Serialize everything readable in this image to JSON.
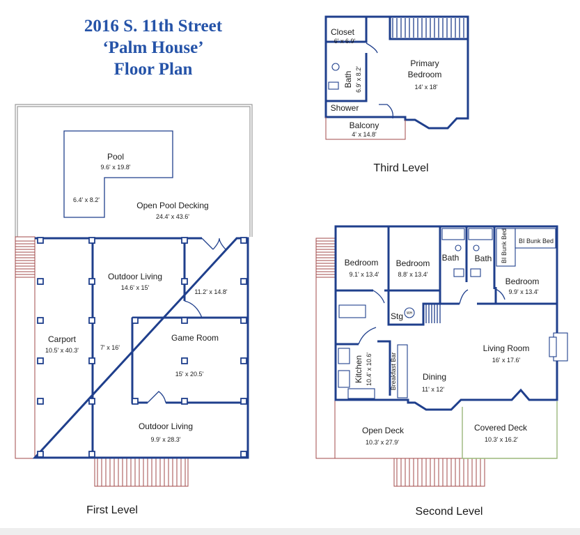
{
  "title": {
    "line1": "2016 S. 11th Street",
    "line2": "‘Palm House’",
    "line3": "Floor Plan"
  },
  "levels": {
    "first": {
      "label": "First Level",
      "rooms": {
        "pool": {
          "name": "Pool",
          "dim": "9.6' x 19.8'",
          "dim2": "6.4' x 8.2'"
        },
        "pool_decking": {
          "name": "Open Pool Decking",
          "dim": "24.4' x 43.6'"
        },
        "carport": {
          "name": "Carport",
          "dim": "10.5' x 40.3'"
        },
        "outdoor_living_top": {
          "name": "Outdoor Living",
          "dim": "14.6' x 15'"
        },
        "corridor": {
          "dim": "7' x 16'"
        },
        "side_room": {
          "dim": "11.2' x 14.8'"
        },
        "game_room": {
          "name": "Game Room",
          "dim": "15' x 20.5'"
        },
        "outdoor_living_bottom": {
          "name": "Outdoor Living",
          "dim": "9.9' x 28.3'"
        }
      }
    },
    "second": {
      "label": "Second Level",
      "rooms": {
        "bedroom1": {
          "name": "Bedroom",
          "dim": "9.1' x 13.4'"
        },
        "bedroom2": {
          "name": "Bedroom",
          "dim": "8.8' x 13.4'"
        },
        "bath1": {
          "name": "Bath"
        },
        "bath2": {
          "name": "Bath"
        },
        "bunk_bed1": {
          "name": "BI Bunk Bed"
        },
        "bunk_bed2": {
          "name": "BI Bunk Bed"
        },
        "bedroom3": {
          "name": "Bedroom",
          "dim": "9.9' x 13.4'"
        },
        "storage": {
          "name": "Stg",
          "wh": "WH"
        },
        "living_room": {
          "name": "Living Room",
          "dim": "16' x 17.6'"
        },
        "kitchen": {
          "name": "Kitchen",
          "dim": "10.4' x 10.6'"
        },
        "breakfast_bar": {
          "name": "Breakfast Bar"
        },
        "dining": {
          "name": "Dining",
          "dim": "11' x 12'"
        },
        "open_deck": {
          "name": "Open Deck",
          "dim": "10.3' x 27.9'"
        },
        "covered_deck": {
          "name": "Covered Deck",
          "dim": "10.3' x 16.2'"
        }
      }
    },
    "third": {
      "label": "Third Level",
      "rooms": {
        "closet": {
          "name": "Closet",
          "dim": "6' x 6.9'"
        },
        "bath": {
          "name": "Bath",
          "dim": "6.9' x 8.2'"
        },
        "shower": {
          "name": "Shower"
        },
        "primary_bedroom": {
          "name_line1": "Primary",
          "name_line2": "Bedroom",
          "dim": "14' x 18'"
        },
        "balcony": {
          "name": "Balcony",
          "dim": "4' x 14.8'"
        }
      }
    }
  },
  "colors": {
    "title_blue": "#2553a8",
    "wall_blue": "#1f3f8c",
    "stair_railing": "#a04848",
    "covered_deck_outline": "#9bb77a"
  }
}
